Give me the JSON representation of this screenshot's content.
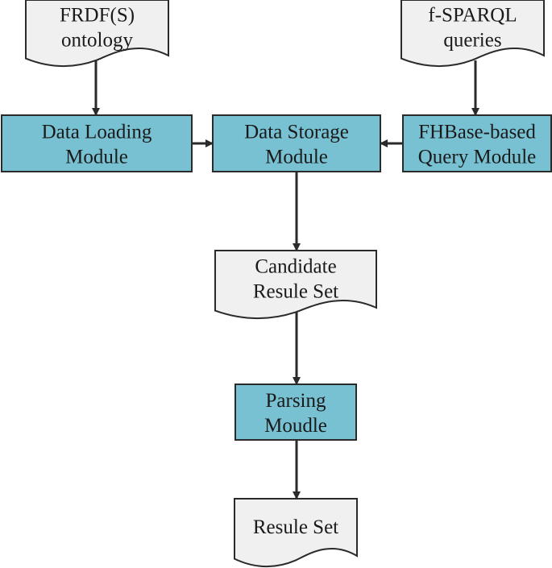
{
  "colors": {
    "module_fill": "#78c1d2",
    "document_fill": "#f0f0f0",
    "stroke": "#2a2a2a",
    "text": "#1a1a1a"
  },
  "nodes": {
    "frdf_ontology": {
      "kind": "document",
      "lines": [
        "FRDF(S)",
        "ontology"
      ]
    },
    "fsparql_queries": {
      "kind": "document",
      "lines": [
        "f-SPARQL",
        "queries"
      ]
    },
    "data_loading": {
      "kind": "module",
      "lines": [
        "Data Loading",
        "Module"
      ]
    },
    "data_storage": {
      "kind": "module",
      "lines": [
        "Data Storage",
        "Module"
      ]
    },
    "fhbase_query": {
      "kind": "module",
      "lines": [
        "FHBase-based",
        "Query Module"
      ]
    },
    "candidate_set": {
      "kind": "document",
      "lines": [
        "Candidate",
        "Resule Set"
      ]
    },
    "parsing": {
      "kind": "module",
      "lines": [
        "Parsing",
        "Moudle"
      ]
    },
    "result_set": {
      "kind": "document",
      "lines": [
        "Resule Set"
      ]
    }
  },
  "edges": [
    {
      "from": "frdf_ontology",
      "to": "data_loading"
    },
    {
      "from": "fsparql_queries",
      "to": "fhbase_query"
    },
    {
      "from": "data_loading",
      "to": "data_storage"
    },
    {
      "from": "fhbase_query",
      "to": "data_storage"
    },
    {
      "from": "data_storage",
      "to": "candidate_set"
    },
    {
      "from": "candidate_set",
      "to": "parsing"
    },
    {
      "from": "parsing",
      "to": "result_set"
    }
  ]
}
